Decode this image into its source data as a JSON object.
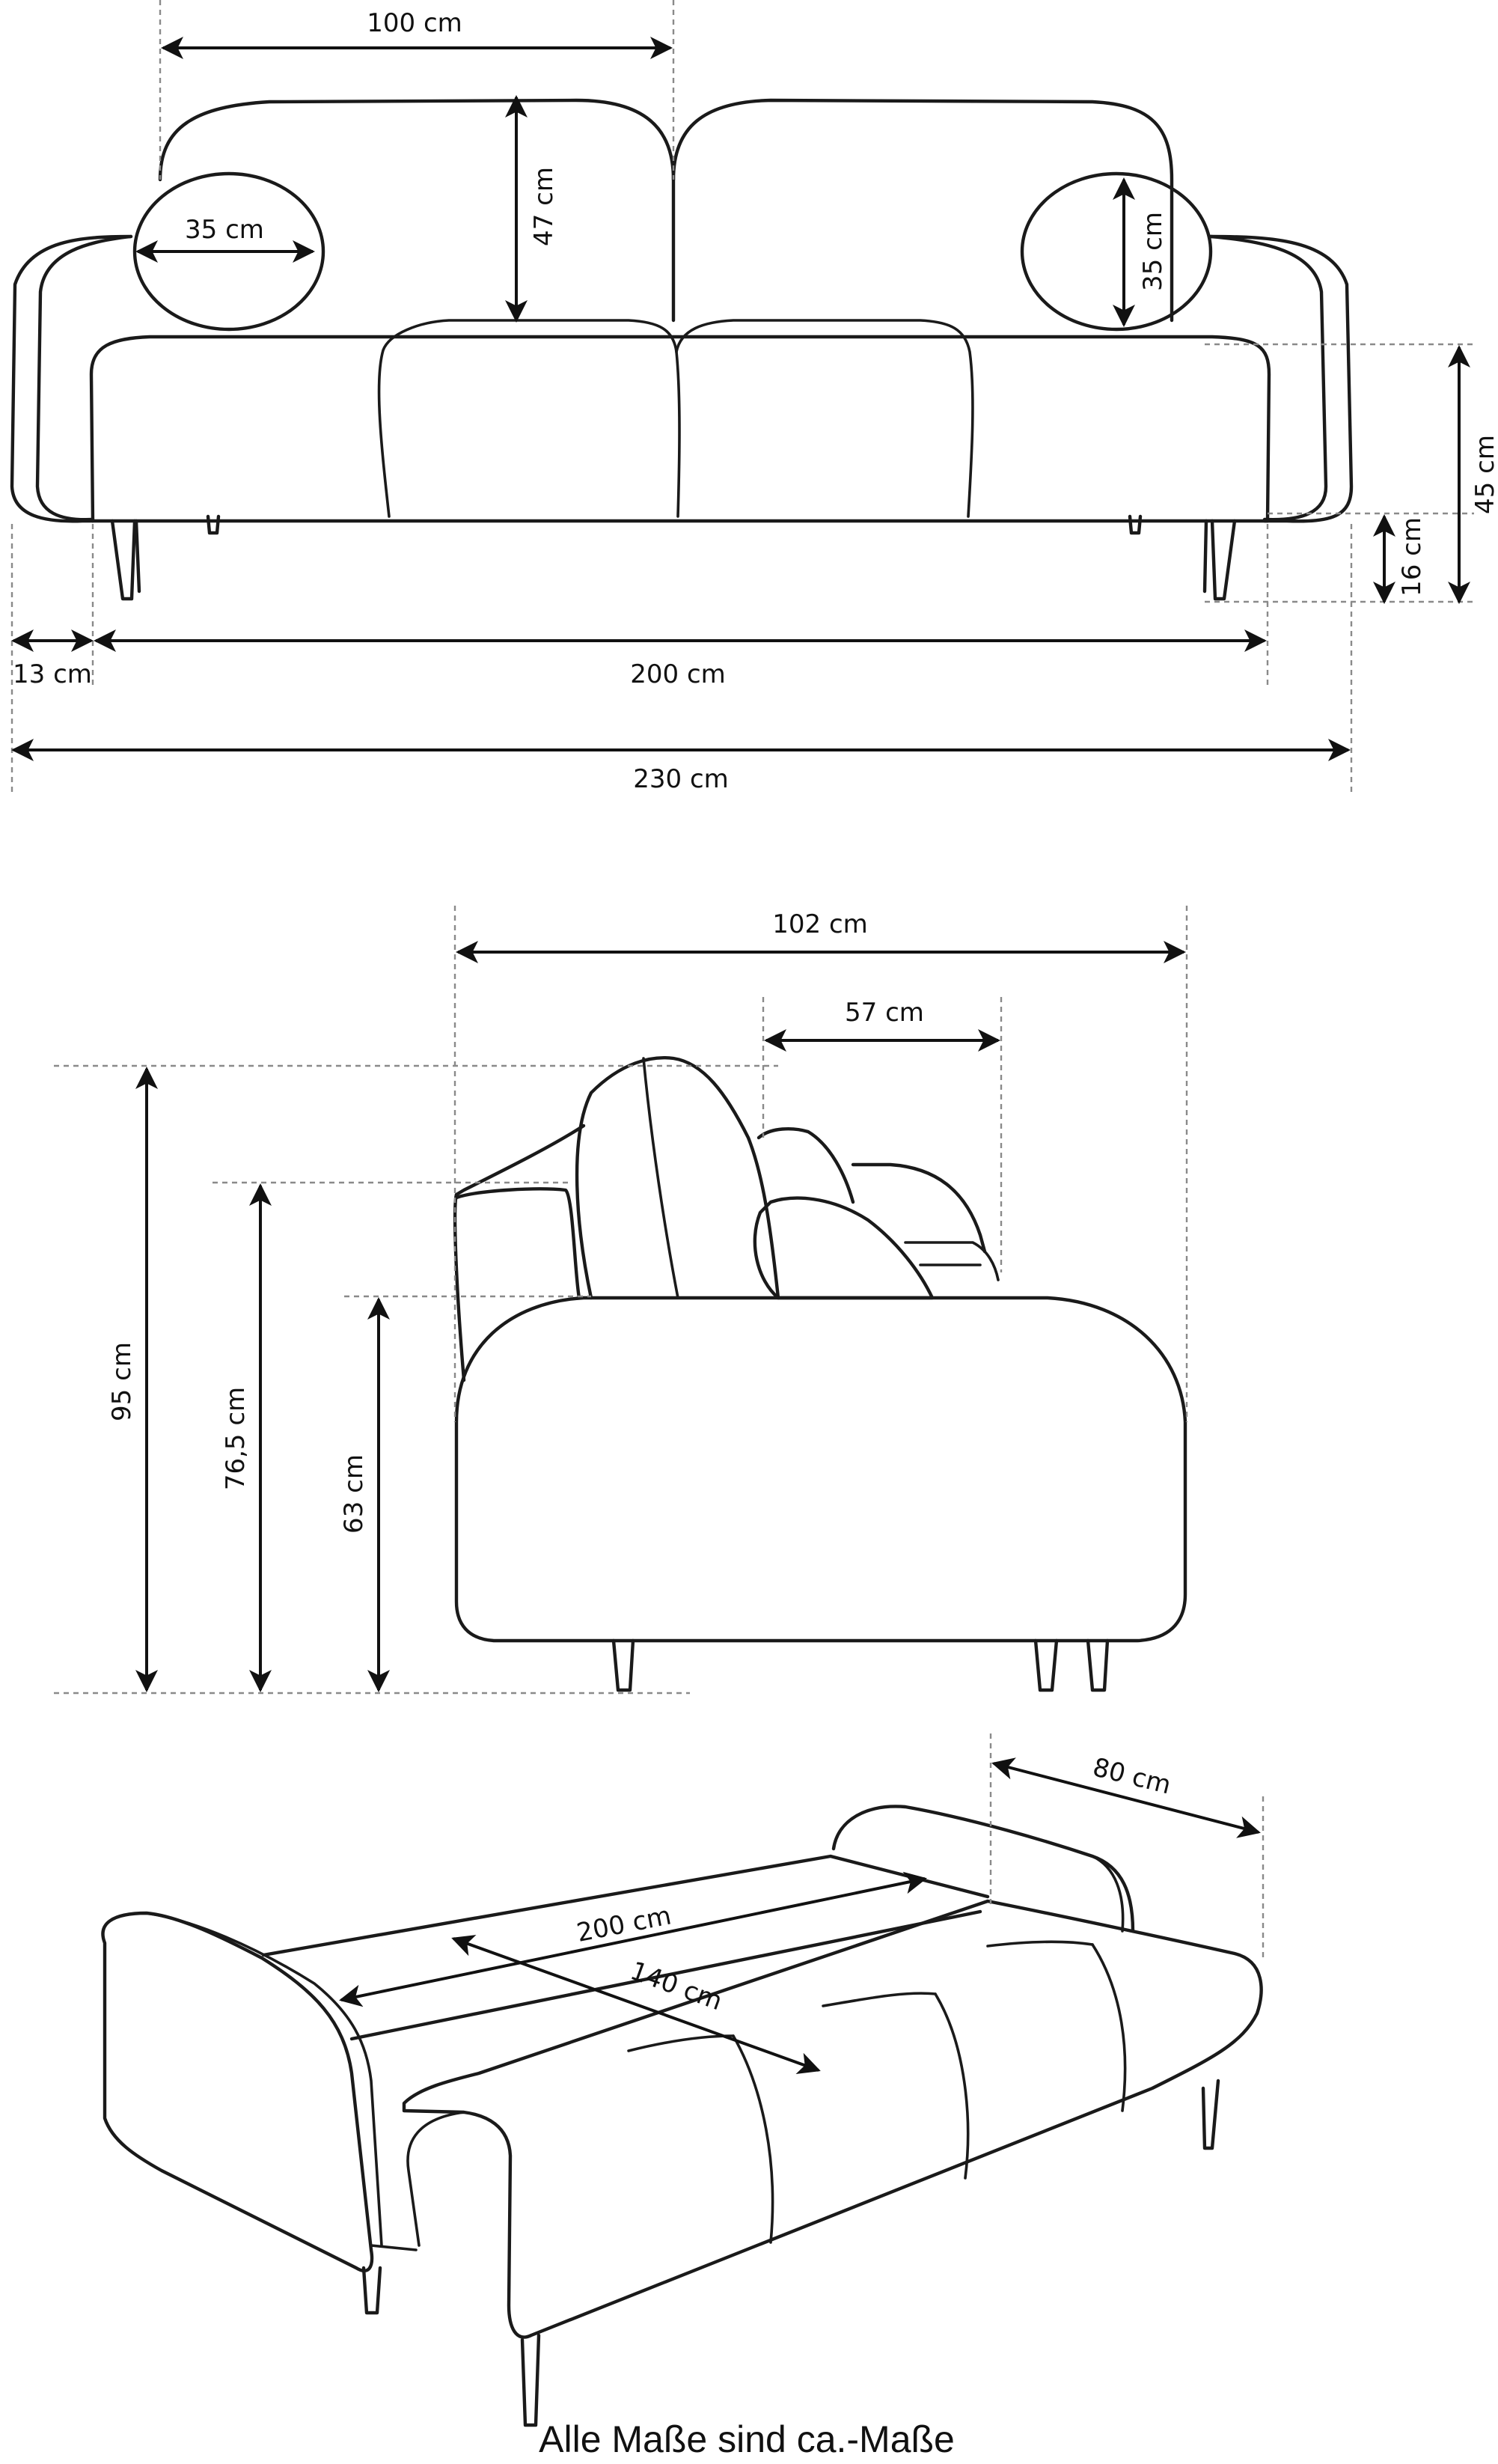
{
  "front_view": {
    "backrest_width": "100 cm",
    "backrest_height": "47 cm",
    "pillow_width": "35 cm",
    "pillow_height": "35 cm",
    "seat_height": "45 cm",
    "leg_height": "16 cm",
    "armrest_width": "13 cm",
    "seat_width": "200 cm",
    "total_width": "230 cm"
  },
  "side_view": {
    "total_depth": "102 cm",
    "seat_depth": "57 cm",
    "total_height": "95 cm",
    "armrest_height": "76,5 cm",
    "seat_height": "63 cm"
  },
  "bed_view": {
    "backrest_depth": "80 cm",
    "bed_length": "200 cm",
    "bed_width": "140 cm"
  },
  "footer": {
    "note": "Alle Maße sind ca.-Maße"
  }
}
